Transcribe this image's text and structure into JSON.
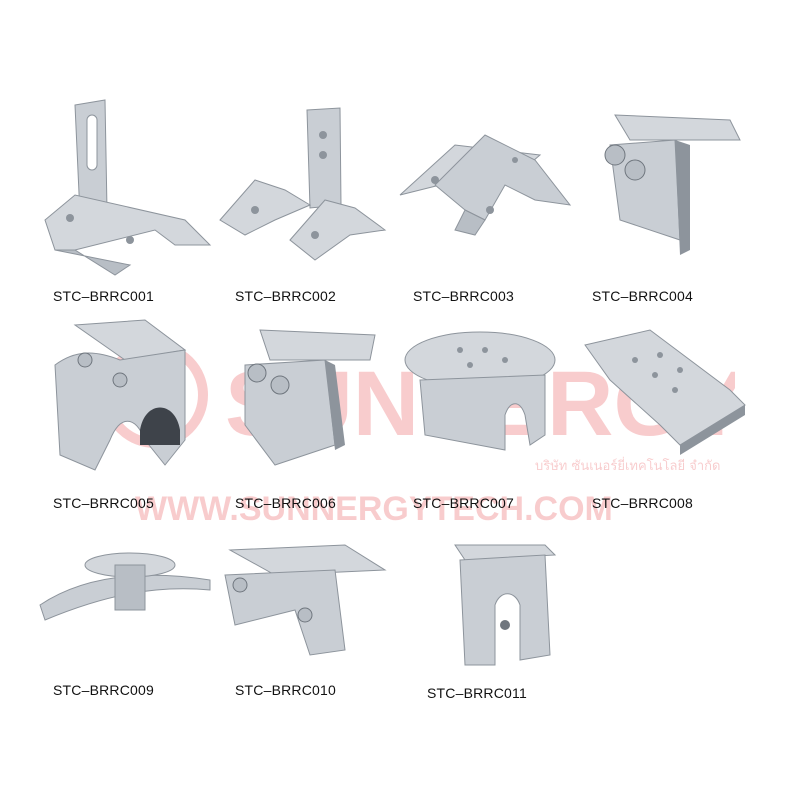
{
  "products": [
    {
      "code": "STC–BRRC001"
    },
    {
      "code": "STC–BRRC002"
    },
    {
      "code": "STC–BRRC003"
    },
    {
      "code": "STC–BRRC004"
    },
    {
      "code": "STC–BRRC005"
    },
    {
      "code": "STC–BRRC006"
    },
    {
      "code": "STC–BRRC007"
    },
    {
      "code": "STC–BRRC008"
    },
    {
      "code": "STC–BRRC009"
    },
    {
      "code": "STC–BRRC010"
    },
    {
      "code": "STC–BRRC011"
    }
  ],
  "watermark": {
    "brand": "SUNNERGY",
    "url": "WWW.SUNNERGYTECH.COM",
    "thai_line": "บริษัท ซันเนอร์ยี่เทคโนโลยี จำกัด",
    "color": "#e11b22"
  },
  "colors": {
    "metal_light": "#d3d7dc",
    "metal_mid": "#b8bec5",
    "metal_dark": "#8d949c",
    "background": "#ffffff"
  }
}
